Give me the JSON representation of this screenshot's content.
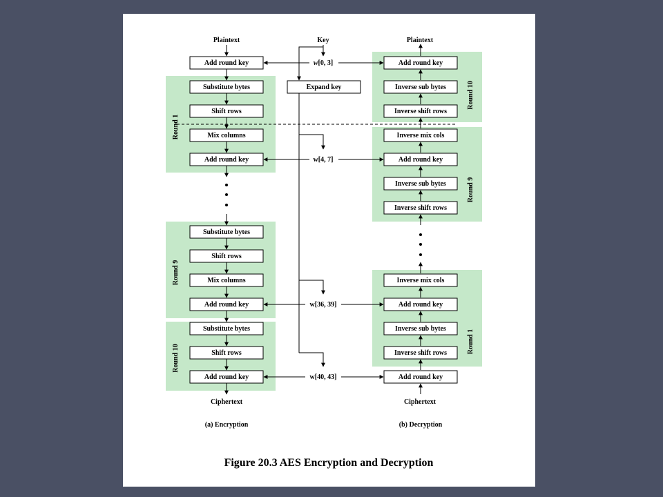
{
  "figure_title": "Figure 20.3 AES Encryption and Decryption",
  "encryption": {
    "caption": "(a) Encryption",
    "input": "Plaintext",
    "output": "Ciphertext",
    "initial_step": "Add round key",
    "rounds": [
      {
        "label": "Round 1",
        "steps": [
          "Substitute bytes",
          "Shift rows",
          "Mix columns",
          "Add round key"
        ]
      },
      {
        "label": "Round 9",
        "steps": [
          "Substitute bytes",
          "Shift rows",
          "Mix columns",
          "Add round key"
        ]
      },
      {
        "label": "Round 10",
        "steps": [
          "Substitute bytes",
          "Shift rows",
          "Add round key"
        ]
      }
    ]
  },
  "decryption": {
    "caption": "(b) Decryption",
    "input": "Ciphertext",
    "output": "Plaintext",
    "initial_step": "Add round key",
    "rounds": [
      {
        "label": "Round 1",
        "steps": [
          "Inverse shift rows",
          "Inverse sub bytes",
          "Add round key",
          "Inverse mix cols"
        ]
      },
      {
        "label": "Round 9",
        "steps": [
          "Inverse shift rows",
          "Inverse sub bytes",
          "Add round key",
          "Inverse mix cols"
        ]
      },
      {
        "label": "Round 10",
        "steps": [
          "Inverse shift rows",
          "Inverse sub bytes",
          "Add round key"
        ]
      }
    ]
  },
  "key_schedule": {
    "key_label": "Key",
    "expand_label": "Expand key",
    "words": [
      {
        "prefix": "w",
        "range": "[0, 3]"
      },
      {
        "prefix": "w",
        "range": "[4, 7]"
      },
      {
        "prefix": "w",
        "range": "[36, 39]"
      },
      {
        "prefix": "w",
        "range": "[40, 43]"
      }
    ]
  },
  "colors": {
    "round_fill": "#c5e8c9",
    "background": "#4a5064",
    "paper": "#ffffff"
  }
}
